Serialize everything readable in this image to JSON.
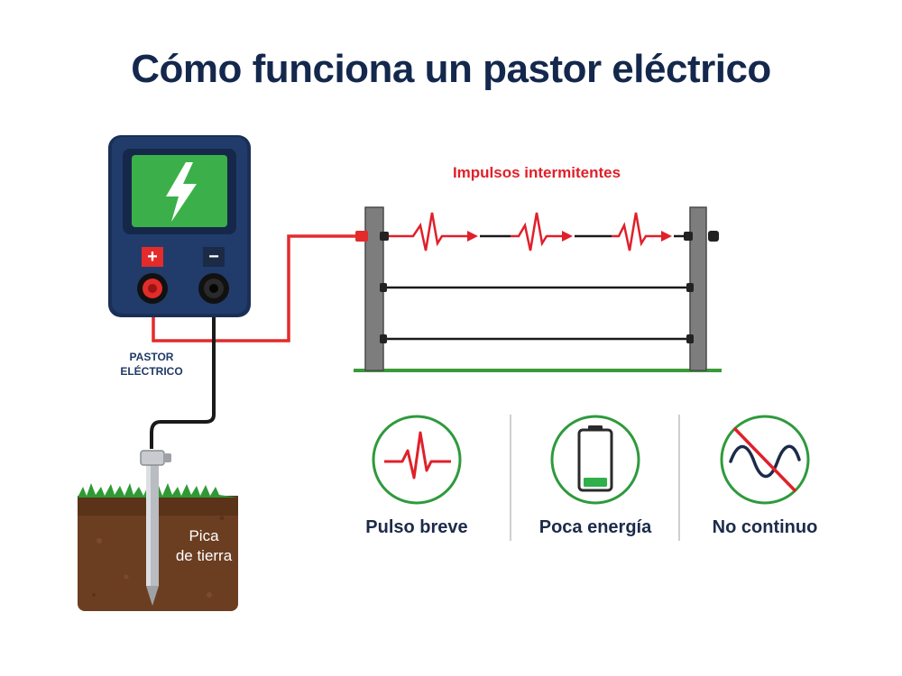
{
  "title": "Cómo funciona un pastor eléctrico",
  "device": {
    "label_line1": "PASTOR",
    "label_line2": "ELÉCTRICO",
    "plus_symbol": "+",
    "minus_symbol": "−",
    "screen_icon": "lightning-bolt-icon"
  },
  "fence": {
    "pulses_label": "Impulsos intermitentes"
  },
  "ground": {
    "label_line1": "Pica",
    "label_line2": "de tierra"
  },
  "features": [
    {
      "label": "Pulso breve",
      "icon": "pulse-wave-icon"
    },
    {
      "label": "Poca energía",
      "icon": "low-battery-icon"
    },
    {
      "label": "No continuo",
      "icon": "no-continuous-wave-icon"
    }
  ],
  "colors": {
    "title": "#14284d",
    "device_body": "#1e3561",
    "screen": "#3bb04a",
    "live_wire": "#e32b2b",
    "pulse": "#e0202a",
    "feature_ring": "#2e9a3c",
    "soil": "#6b3e22"
  }
}
